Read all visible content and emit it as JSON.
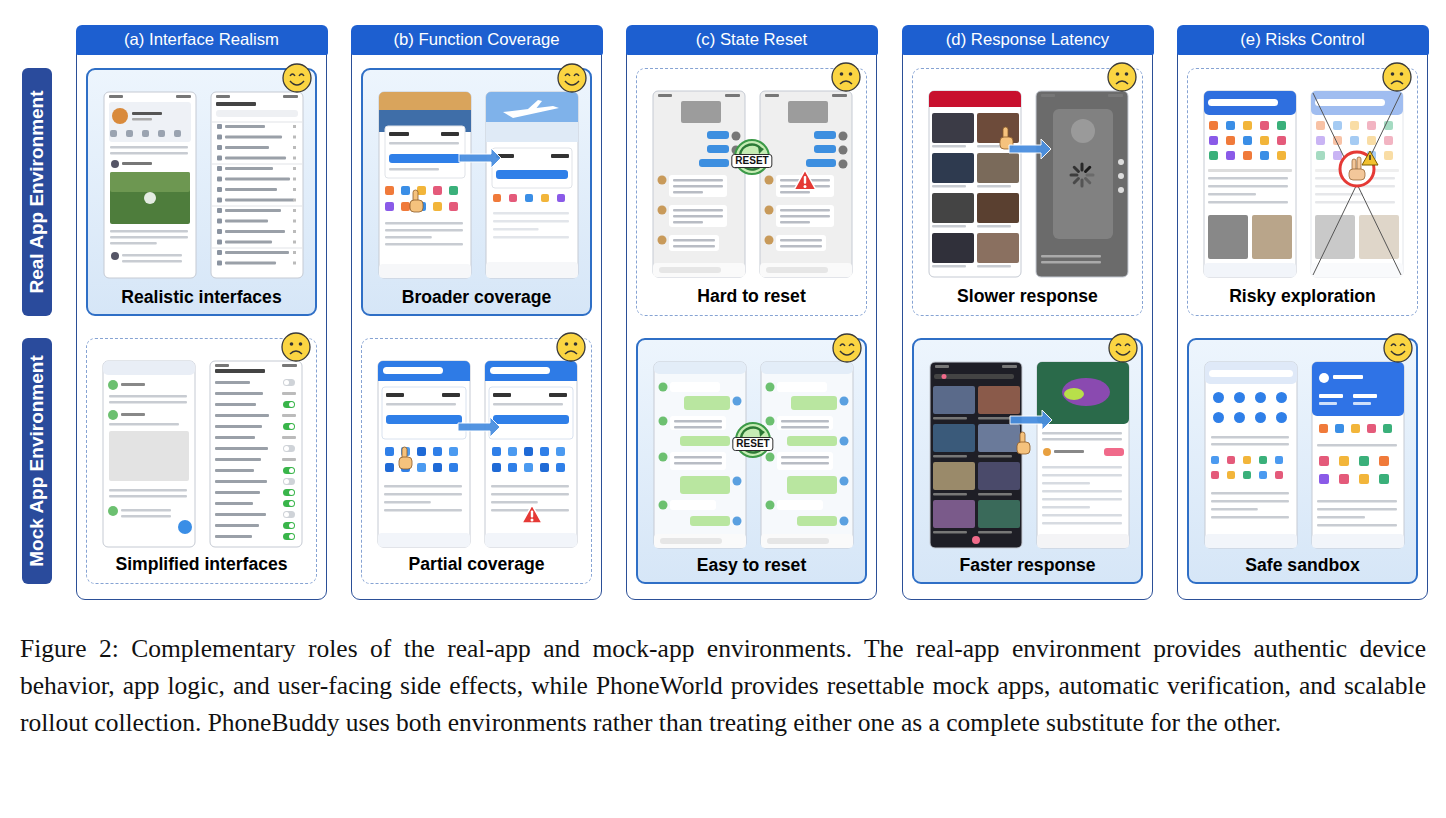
{
  "diagram": {
    "caption": "Figure 2: Complementary roles of the real-app and mock-app environments. The real-app environment provides authentic device behavior, app logic, and user-facing side effects, while PhoneWorld provides resettable mock apps, automatic verification, and scalable rollout collection. PhoneBuddy uses both environments rather than treating either one as a complete substitute for the other.",
    "nodes": [
      {
        "text": [
          "Real App Environment"
        ]
      },
      {
        "text": [
          "Mock App Environment"
        ]
      },
      {
        "text": [
          "(a) Interface Realism"
        ]
      },
      {
        "text": [
          "Realistic interfaces"
        ],
        "in": 2
      },
      {
        "text": [
          "Simplified interfaces"
        ],
        "in": 2
      },
      {
        "text": [
          "(b) Function Coverage"
        ]
      },
      {
        "text": [
          "Broader coverage"
        ],
        "in": 5
      },
      {
        "text": [
          "Partial coverage"
        ],
        "in": 5
      },
      {
        "text": [
          "(c) State Reset"
        ]
      },
      {
        "text": [
          "Hard to reset"
        ],
        "in": 8
      },
      {
        "text": [
          "Easy to reset"
        ],
        "in": 8
      },
      {
        "text": [
          "(d) Response Latency"
        ]
      },
      {
        "text": [
          "Slower response"
        ],
        "in": 11
      },
      {
        "text": [
          "Faster response"
        ],
        "in": 11
      },
      {
        "text": [
          "(e) Risks Control"
        ]
      },
      {
        "text": [
          "Risky exploration"
        ],
        "in": 14
      },
      {
        "text": [
          "Safe sandbox"
        ],
        "in": 14
      }
    ],
    "labels": [
      "RESET",
      "RESET"
    ]
  }
}
